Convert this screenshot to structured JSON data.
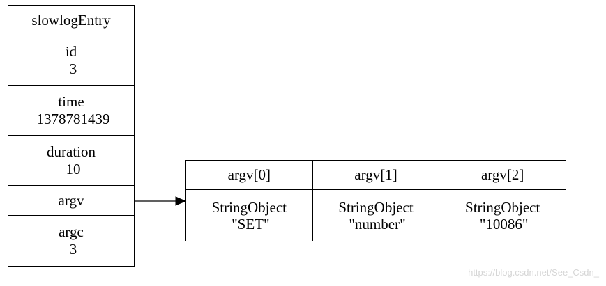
{
  "entry": {
    "title": "slowlogEntry",
    "id": {
      "label": "id",
      "value": "3"
    },
    "time": {
      "label": "time",
      "value": "1378781439"
    },
    "duration": {
      "label": "duration",
      "value": "10"
    },
    "argv": {
      "label": "argv"
    },
    "argc": {
      "label": "argc",
      "value": "3"
    }
  },
  "argv_array": [
    {
      "index": "argv[0]",
      "type": "StringObject",
      "value": "\"SET\""
    },
    {
      "index": "argv[1]",
      "type": "StringObject",
      "value": "\"number\""
    },
    {
      "index": "argv[2]",
      "type": "StringObject",
      "value": "\"10086\""
    }
  ],
  "watermark": "https://blog.csdn.net/See_Csdn_"
}
